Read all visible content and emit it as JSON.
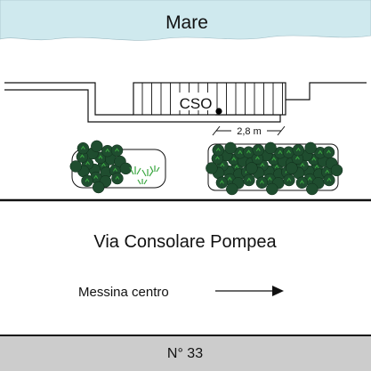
{
  "sea": {
    "label": "Mare",
    "color": "#cfe9ee"
  },
  "discharge": {
    "label": "CSO"
  },
  "dimension": {
    "label": "2,8 m"
  },
  "street": {
    "name": "Via Consolare Pompea"
  },
  "direction": {
    "label": "Messina centro"
  },
  "building": {
    "number": "N° 33",
    "color": "#cccccc"
  },
  "colors": {
    "line": "#111111",
    "shrub": "#1f4d2f",
    "shrub_light": "#3aa640"
  }
}
